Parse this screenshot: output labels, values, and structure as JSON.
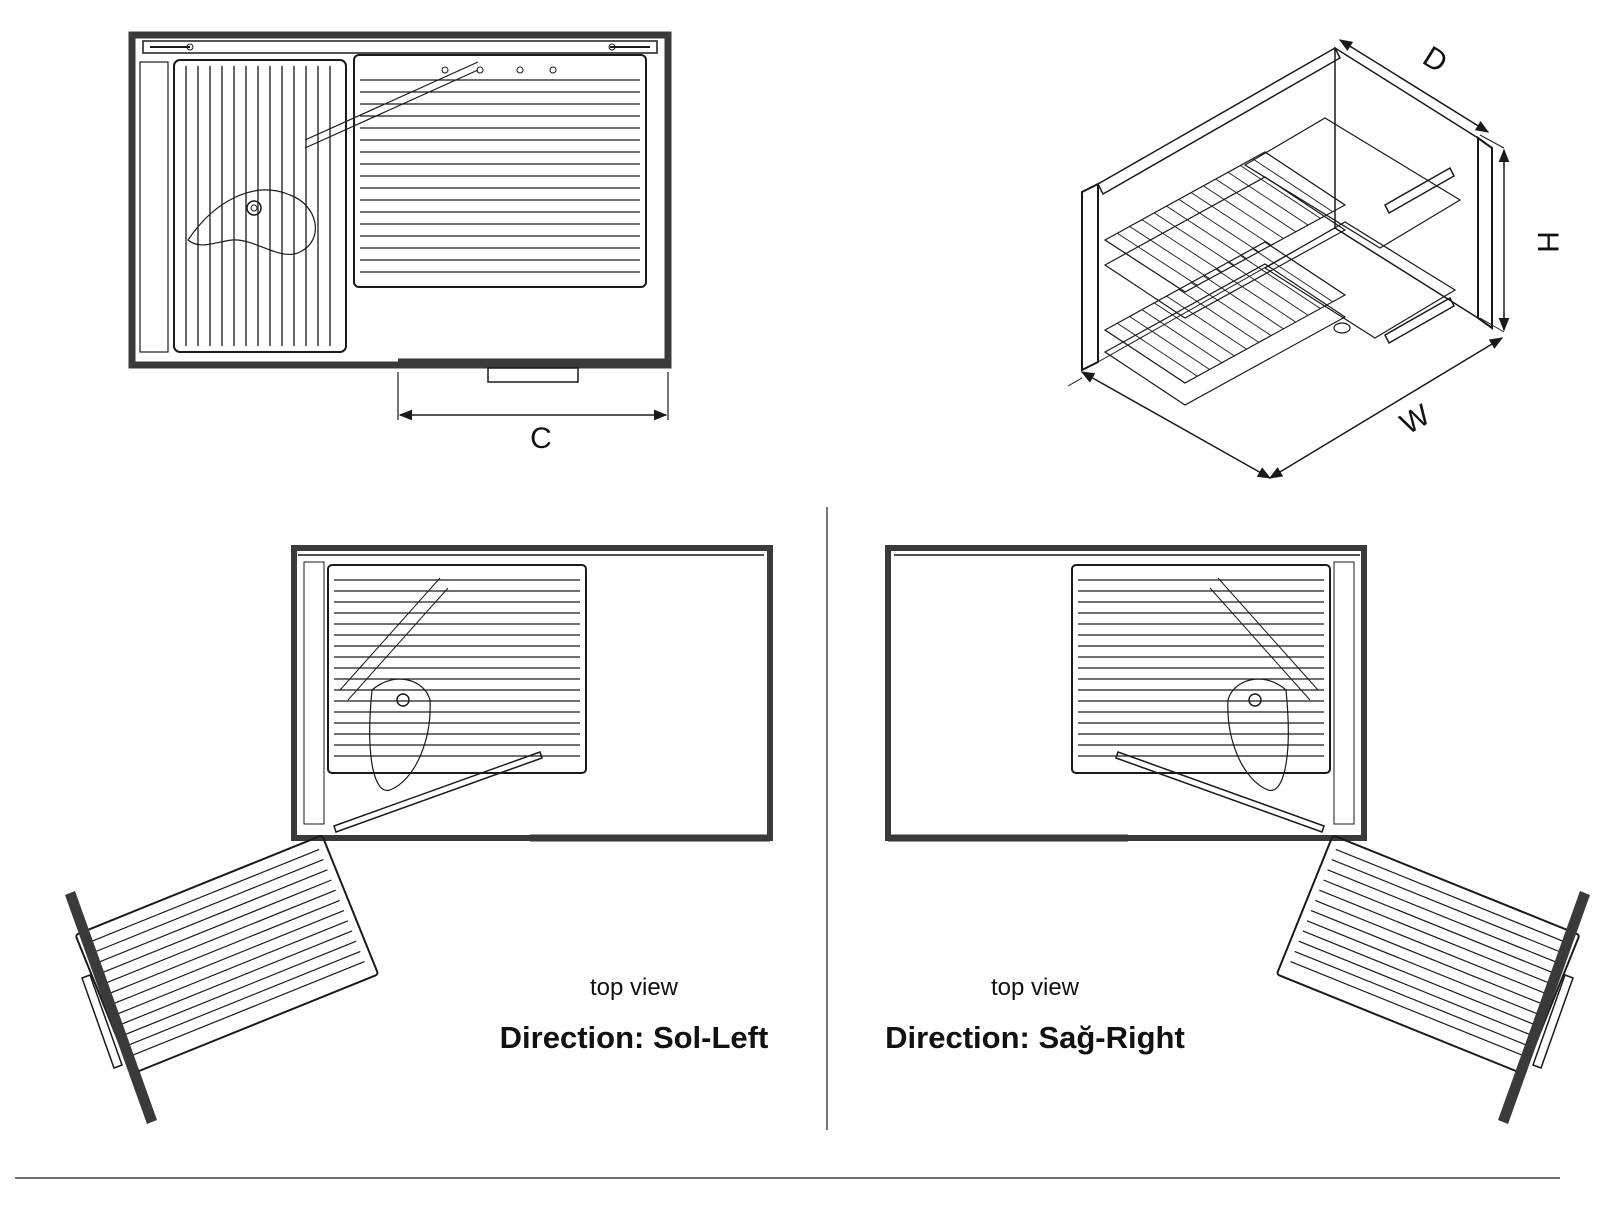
{
  "dimensions": {
    "c_label": "C",
    "d_label": "D",
    "h_label": "H",
    "w_label": "W"
  },
  "left_view": {
    "caption": "top view",
    "direction": "Direction: Sol-Left"
  },
  "right_view": {
    "caption": "top view",
    "direction": "Direction: Sağ-Right"
  },
  "colors": {
    "line": "#1a1a1a",
    "panel": "#3a3a3a",
    "paper": "#ffffff"
  }
}
